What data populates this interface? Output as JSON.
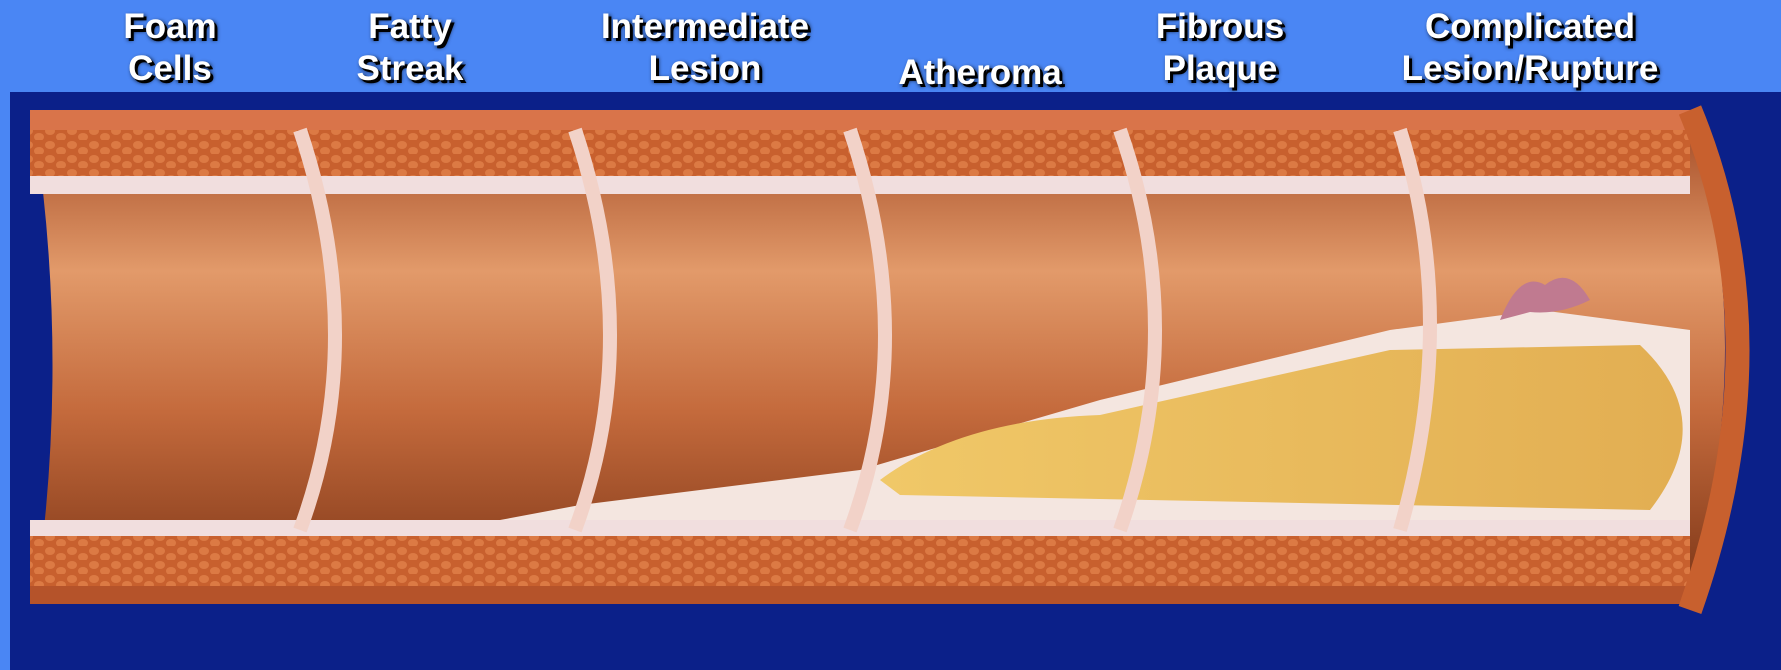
{
  "title": "",
  "stages": [
    {
      "id": "foam-cells",
      "label": "Foam\nCells",
      "plaque": 0
    },
    {
      "id": "fatty-streak",
      "label": "Fatty\nStreak",
      "plaque": 0.05
    },
    {
      "id": "intermediate-lesion",
      "label": "Intermediate\nLesion",
      "plaque": 0.2
    },
    {
      "id": "atheroma",
      "label": "Atheroma",
      "plaque": 0.45
    },
    {
      "id": "fibrous-plaque",
      "label": "Fibrous\nPlaque",
      "plaque": 0.7
    },
    {
      "id": "complicated-lesion",
      "label": "Complicated\nLesion/Rupture",
      "plaque": 0.8
    }
  ],
  "colors": {
    "top_background": "#4a86f4",
    "panel_background": "#0b2089",
    "muscle_layer": "#c8602e",
    "intima_layer": "#f1dede",
    "lumen": "#c46a3c",
    "plaque_core": "#e8b85a",
    "plaque_cap": "#f4e6e0",
    "rupture": "#c07a90",
    "label_text": "#ffffff"
  }
}
